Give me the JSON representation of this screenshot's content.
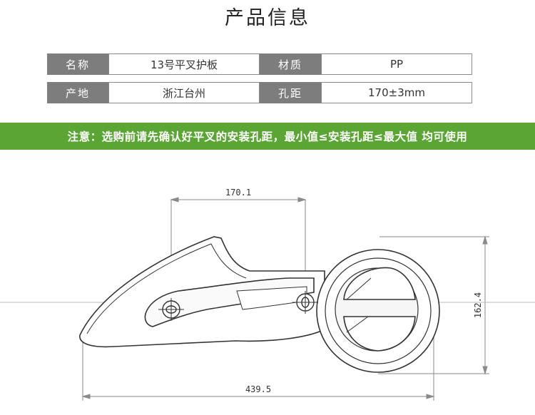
{
  "title": "产品信息",
  "specs": {
    "name_label": "名称",
    "name_value": "13号平叉护板",
    "material_label": "材质",
    "material_value": "PP",
    "origin_label": "产地",
    "origin_value": "浙江台州",
    "spacing_label": "孔距",
    "spacing_value": "170±3mm"
  },
  "notice": "注意：选购前请先确认好平叉的安装孔距，最小值≤安装孔距≤最大值 均可使用",
  "dimensions": {
    "hole_spacing": "170.1",
    "height": "162.4",
    "length": "439.5"
  }
}
